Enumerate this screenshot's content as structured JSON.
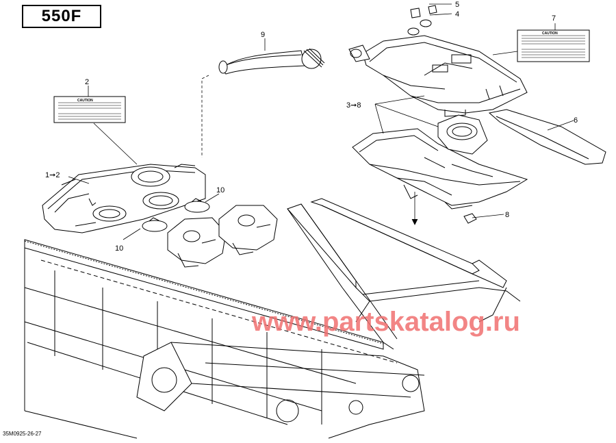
{
  "model_label": "550F",
  "diagram_code": "35M0925-26-27",
  "watermark": "www.partskatalog.ru",
  "callouts": {
    "c1": "1➞2",
    "c2": "2",
    "c3": "3➞8",
    "c4": "4",
    "c5": "5",
    "c6": "6",
    "c7": "7",
    "c8": "8",
    "c9": "9",
    "c10a": "10",
    "c10b": "10"
  },
  "labels": {
    "caution_header": "CAUTION",
    "caution_header_2": "CAUTION"
  },
  "colors": {
    "line": "#000000",
    "watermark": "#f07070"
  }
}
